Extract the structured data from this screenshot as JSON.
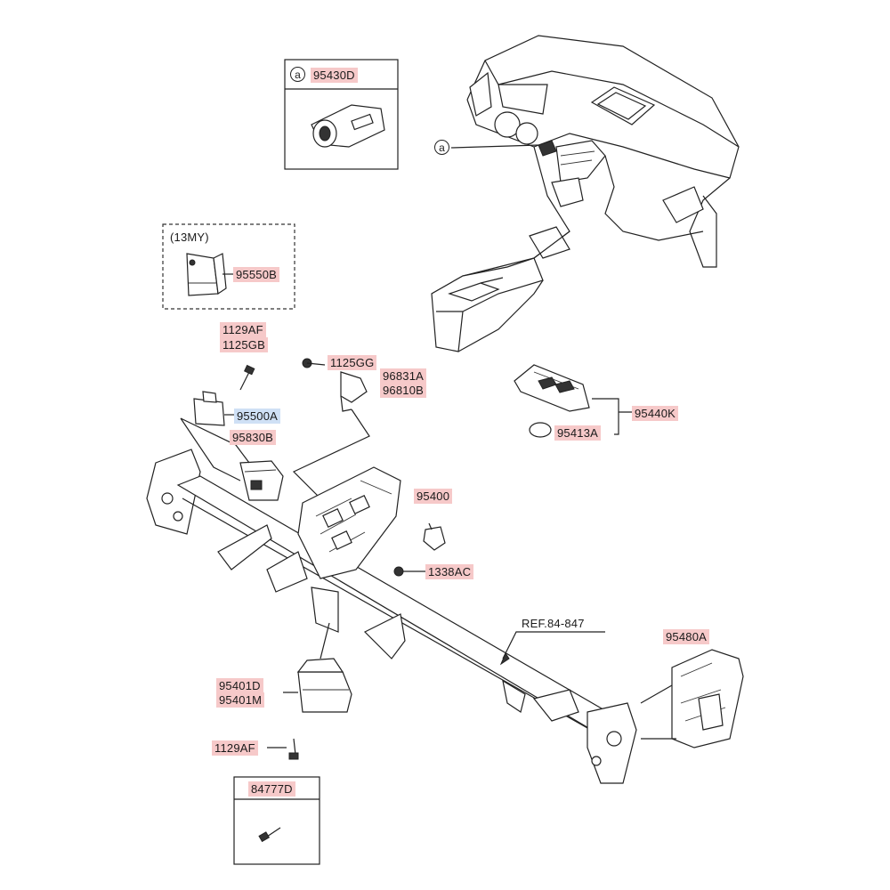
{
  "callouts": {
    "ref_a_marker": "a",
    "ignition_box_marker": "a",
    "ignition_part": "95430D",
    "variant_note": "(13MY)",
    "module_13my": "95550B",
    "bolt_top_1": "1129AF",
    "bolt_top_2": "1125GB",
    "bolt_gg": "1125GG",
    "bracket_1": "96831A",
    "bracket_2": "96810B",
    "smart_key": "95440K",
    "battery": "95413A",
    "relay_highlighted": "95500A",
    "receiver_module": "95830B",
    "sensor": "95400",
    "nut": "1338AC",
    "reference": "REF.84-847",
    "bracket_right": "95480A",
    "ecu_1": "95401D",
    "ecu_2": "95401M",
    "bolt_bottom": "1129AF",
    "screw_part": "84777D"
  },
  "colors": {
    "highlight": "#f6c9c9",
    "selected": "#cfe0f5",
    "line": "#222222"
  }
}
